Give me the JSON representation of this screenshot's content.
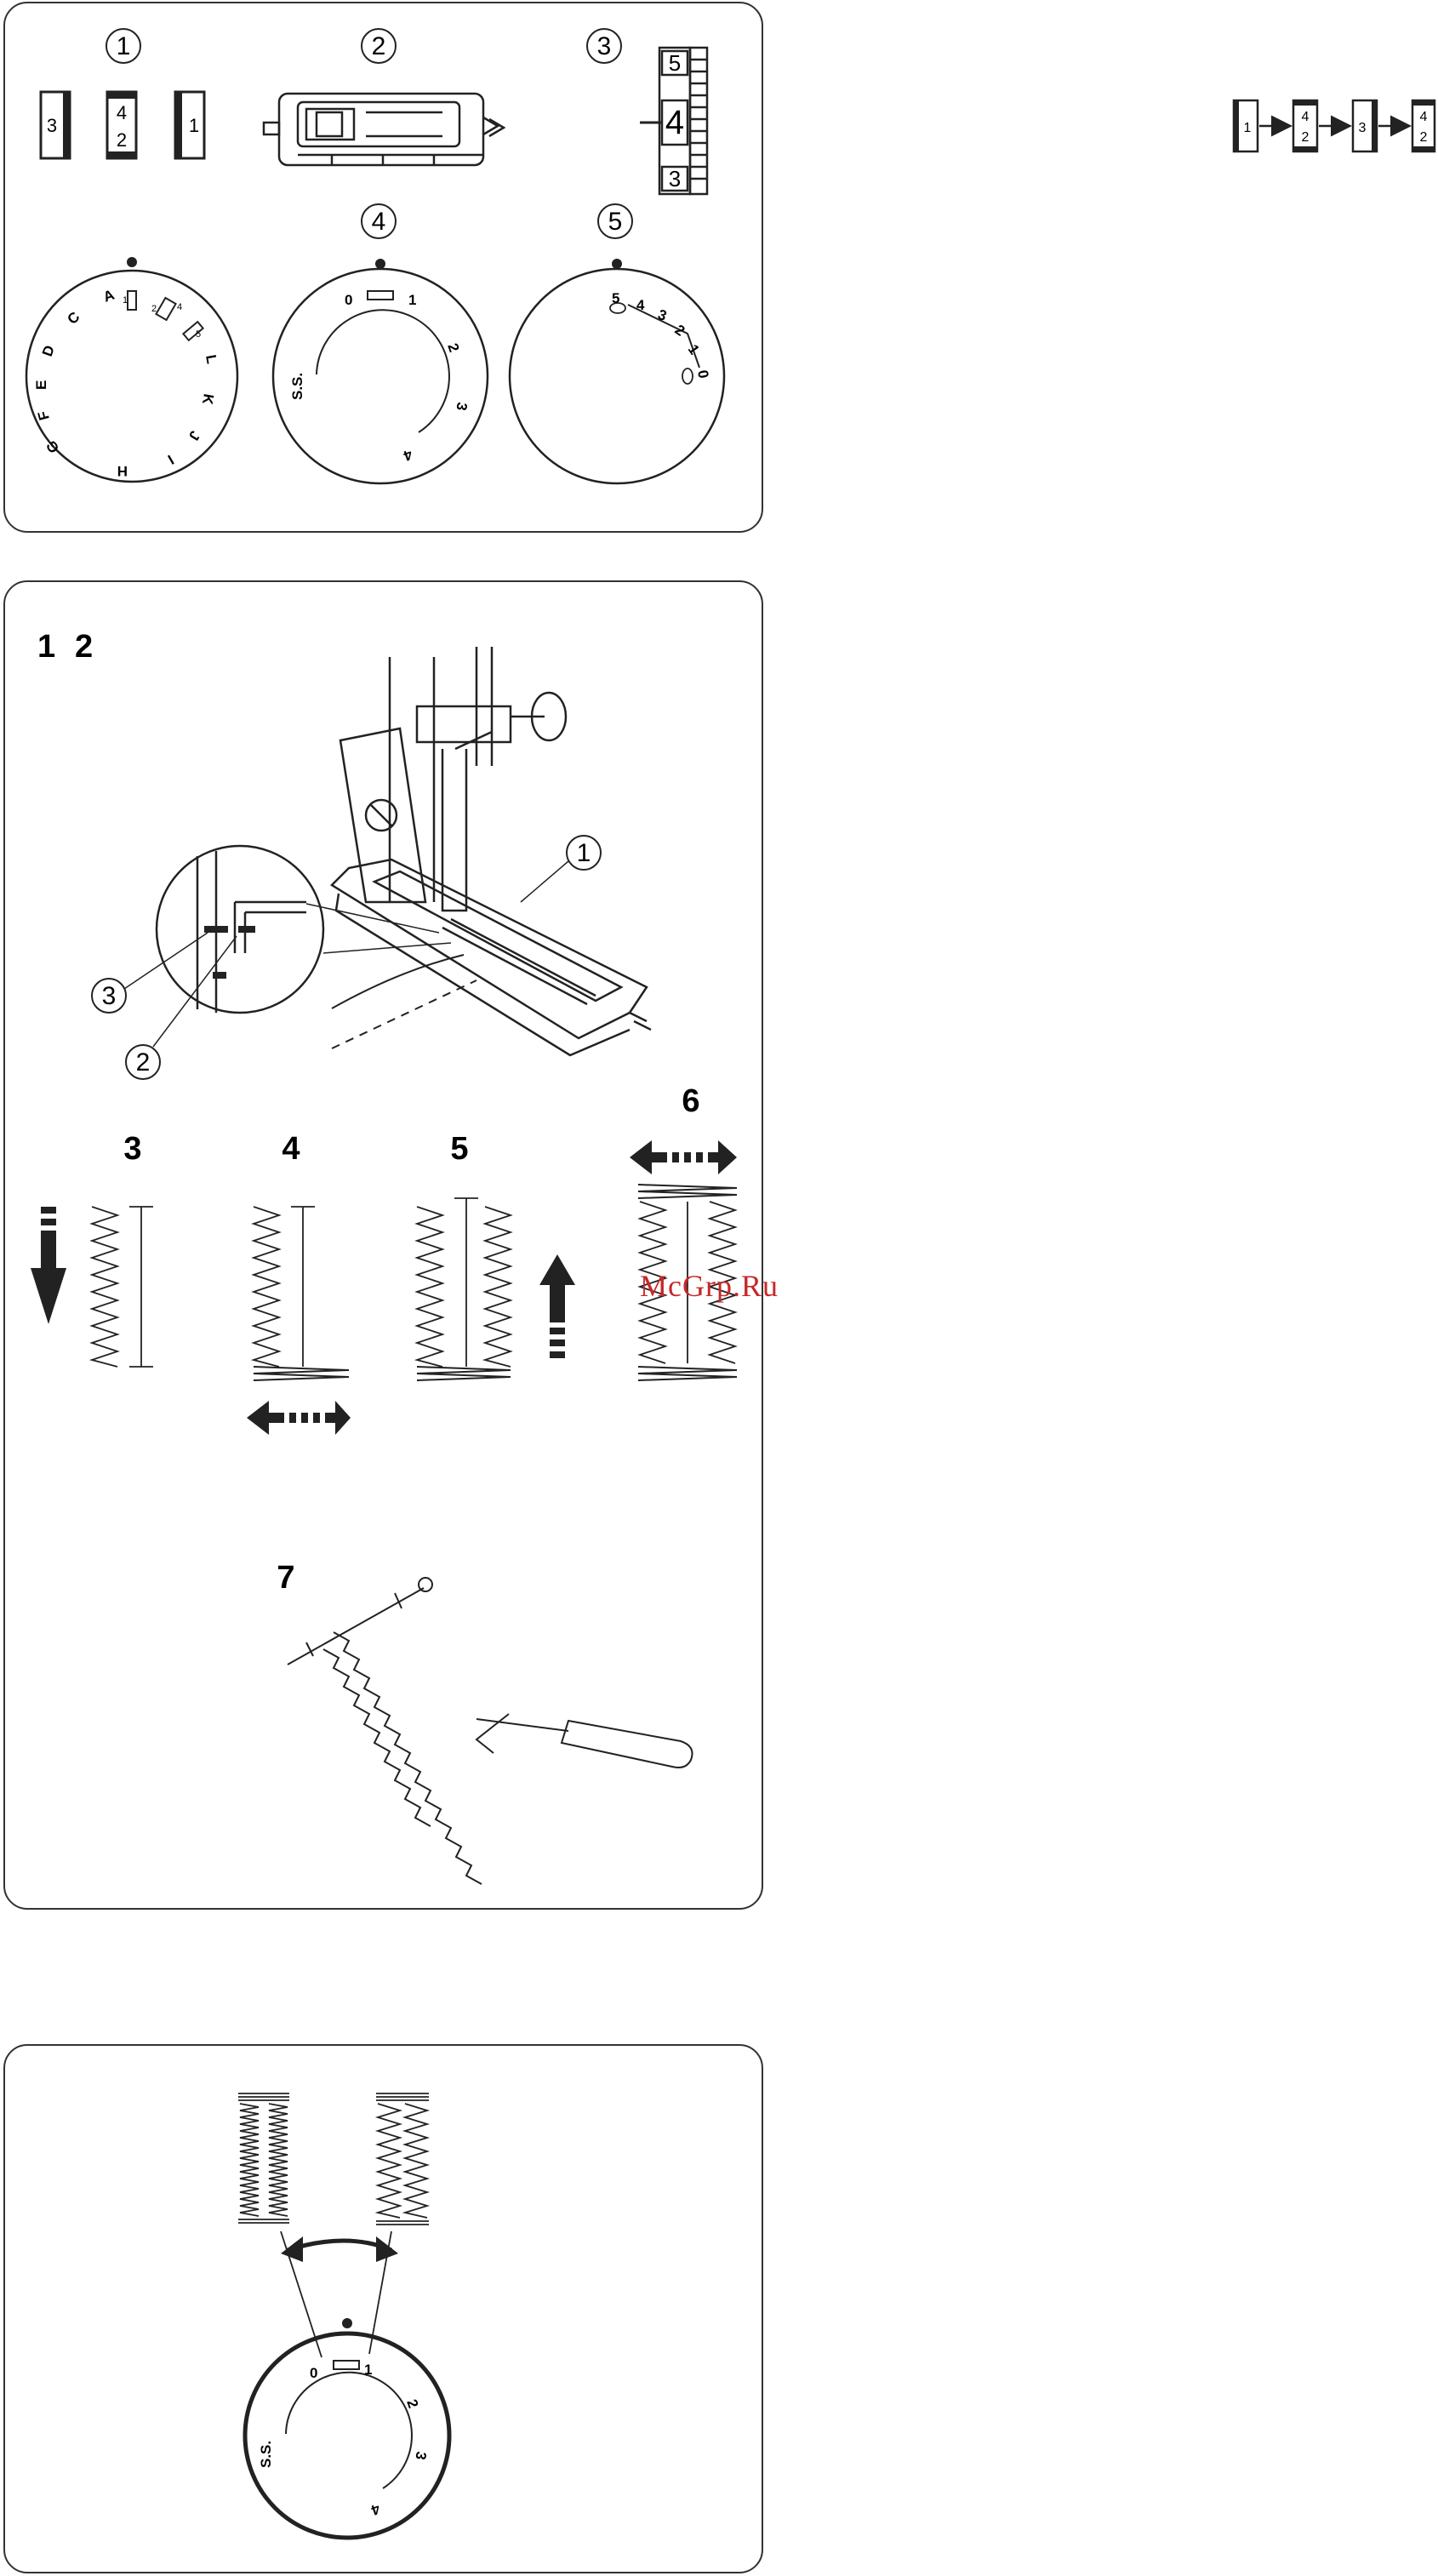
{
  "callouts": [
    "①",
    "②",
    "③",
    "④",
    "⑤"
  ],
  "step_labels": [
    "1",
    "2",
    "3",
    "4",
    "5",
    "6",
    "7"
  ],
  "top_panel": {
    "indicator_windows": [
      "3",
      "4",
      "2",
      "1"
    ],
    "scale_numbers": [
      "5",
      "4",
      "3"
    ],
    "sequence": [
      "1",
      "4",
      "2",
      "3",
      "4",
      "2"
    ],
    "stitch_dial_letters": [
      "A",
      "C",
      "D",
      "E",
      "F",
      "G",
      "H",
      "I",
      "J",
      "K",
      "L"
    ],
    "stitch_dial_numbers": [
      "1",
      "2",
      "4",
      "5"
    ],
    "width_dial_numbers": [
      "0",
      "1",
      "2",
      "3",
      "4"
    ],
    "width_dial_special": "S.S.",
    "length_dial_numbers": [
      "5",
      "4",
      "3",
      "2",
      "1",
      "0"
    ]
  },
  "bottom_panel": {
    "width_dial_numbers": [
      "0",
      "1",
      "2",
      "3",
      "4"
    ],
    "width_dial_special": "S.S."
  },
  "watermark": "McGrp.Ru",
  "colors": {
    "line": "#222222",
    "watermark": "#c62828"
  }
}
